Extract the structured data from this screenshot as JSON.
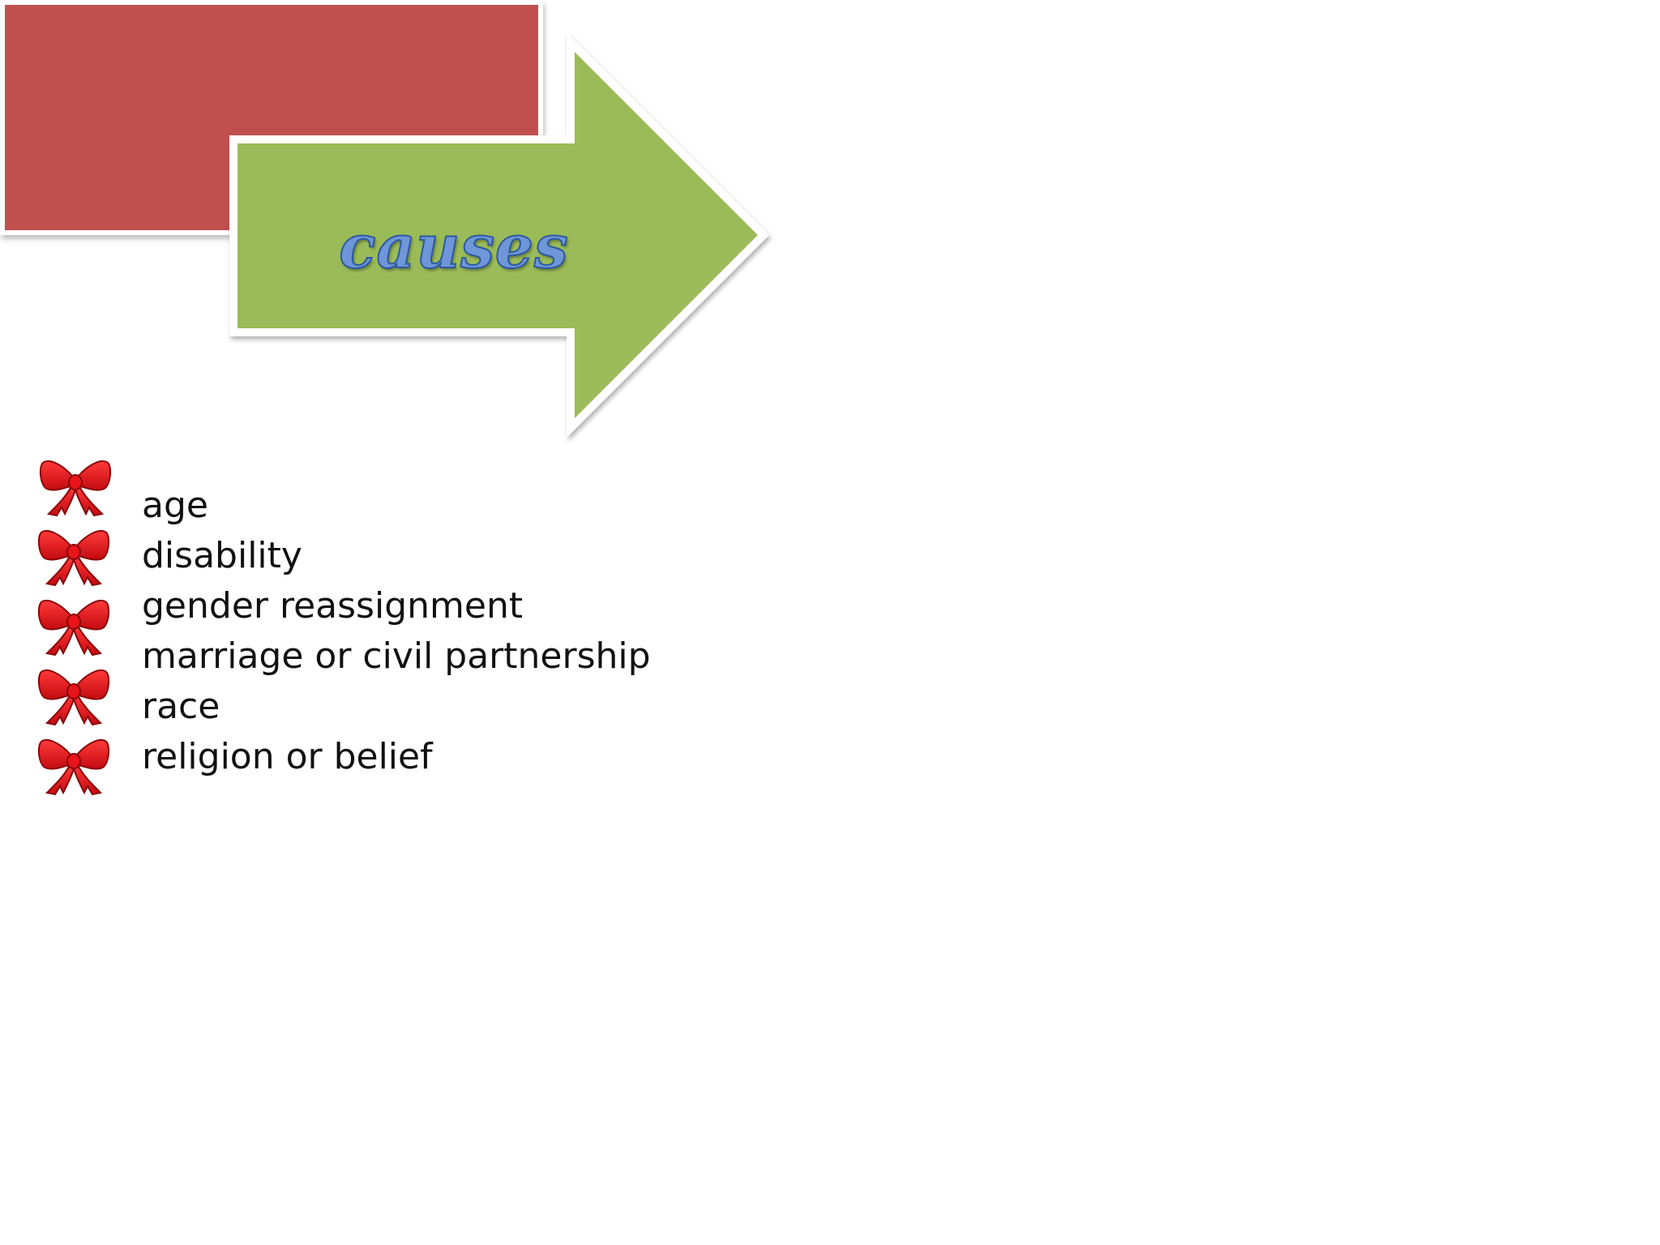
{
  "slide": {
    "arrow_label": "causes",
    "colors": {
      "red_box": "#c0504d",
      "arrow_fill": "#9bbb59",
      "bow": "#e8141b",
      "label": "#6f96d8"
    },
    "bullet_icon": "red-bow-icon",
    "items": [
      {
        "label": "age"
      },
      {
        "label": "disability"
      },
      {
        "label": "gender reassignment"
      },
      {
        "label": "marriage or civil partnership"
      },
      {
        "label": "race"
      },
      {
        "label": "religion or belief"
      }
    ]
  }
}
